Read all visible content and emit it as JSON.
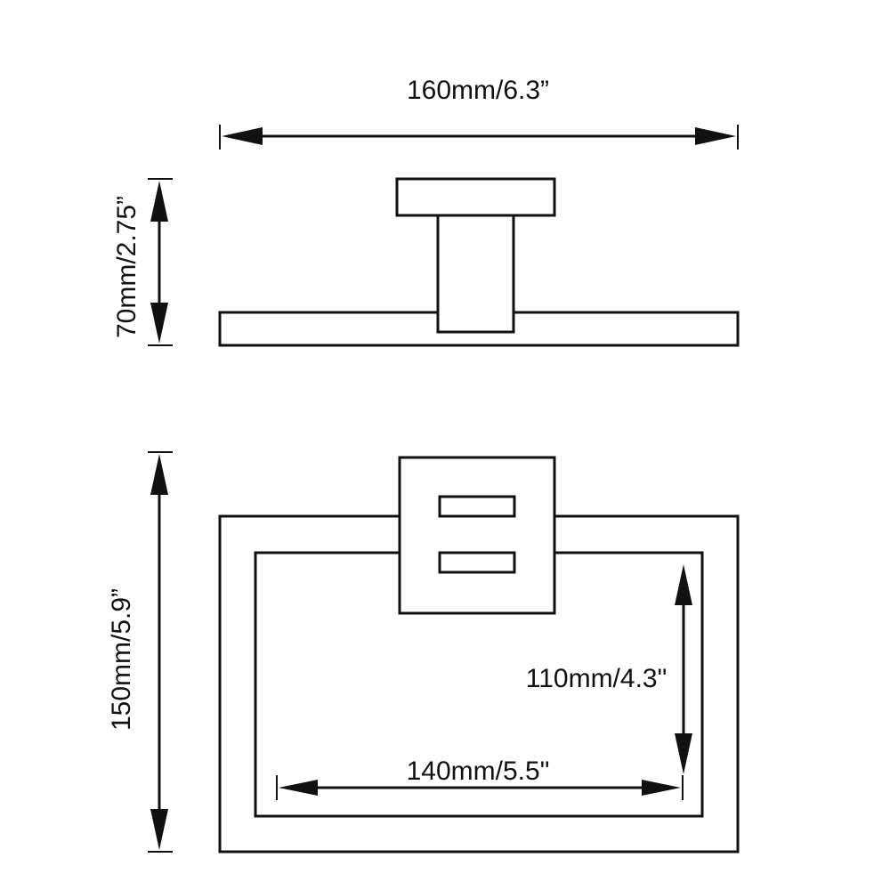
{
  "colors": {
    "ink": "#111111",
    "background": "#ffffff"
  },
  "dimensions": {
    "side_width": "160mm/6.3”",
    "side_height": "70mm/2.75”",
    "front_height": "150mm/5.9”",
    "inner_height": "110mm/4.3\"",
    "inner_width": "140mm/5.5\""
  }
}
